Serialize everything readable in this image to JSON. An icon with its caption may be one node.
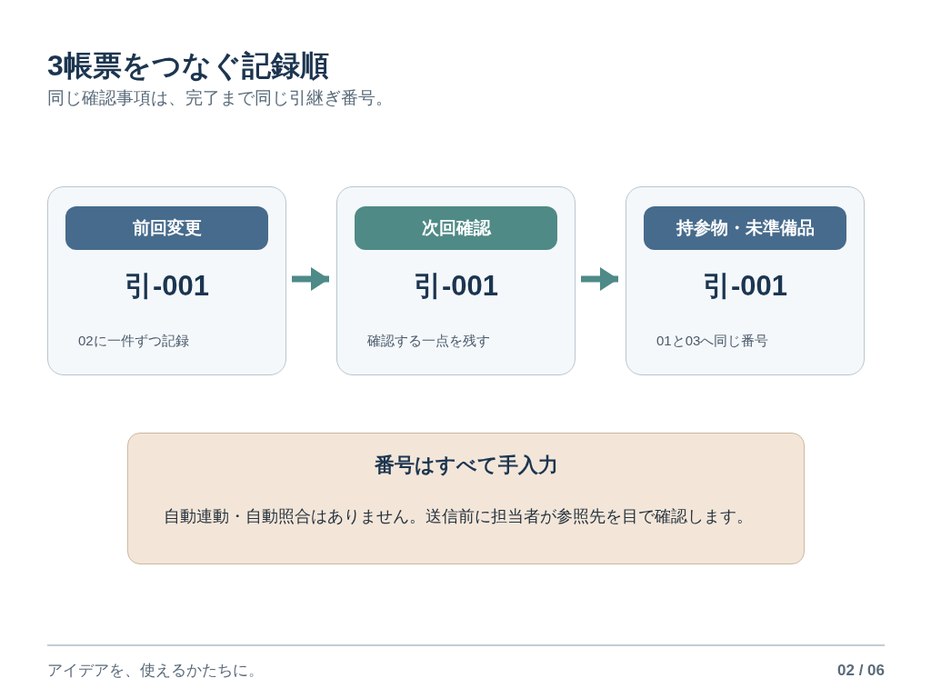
{
  "diagram": {
    "title": "3帳票をつなぐ記録順",
    "nodes": [
      {
        "text": [
          "引-001",
          "02に一件ずつ記録"
        ]
      },
      {
        "text": [
          "前回変更"
        ],
        "in": 0
      },
      {
        "text": [
          "引-001",
          "確認する一点を残す"
        ]
      },
      {
        "text": [
          "次回確認"
        ],
        "in": 2
      },
      {
        "text": [
          "引-001",
          "01と03へ同じ番号"
        ]
      },
      {
        "text": [
          "持参物・未準備品"
        ],
        "in": 4
      },
      {
        "text": [
          "番号はすべて手入力",
          "自動連動・自動照合はありません。送信前に担当者が参照先を目で確認します。"
        ]
      }
    ],
    "edges": [
      {
        "from": 0,
        "to": 2,
        "arrow": "to"
      },
      {
        "from": 2,
        "to": 4,
        "arrow": "to"
      }
    ],
    "labels": [
      "同じ確認事項は、完了まで同じ引継ぎ番号。",
      "アイデアを、使えるかたちに。",
      "02 / 06"
    ]
  }
}
